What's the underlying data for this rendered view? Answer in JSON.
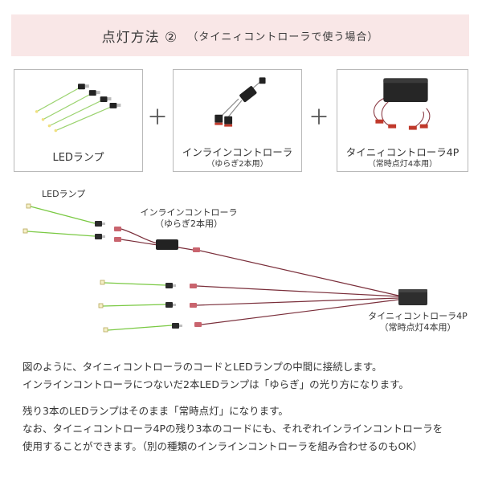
{
  "header": {
    "title": "点灯方法 ②",
    "subtitle": "（タイニィコントローラで使う場合）"
  },
  "products": [
    {
      "name": "LEDランプ",
      "note": ""
    },
    {
      "name": "インラインコントローラ",
      "note": "（ゆらぎ2本用）"
    },
    {
      "name": "タイニィコントローラ4P",
      "note": "（常時点灯4本用）"
    }
  ],
  "plus_symbol": "＋",
  "diagram": {
    "led_label": "LEDランプ",
    "inline_label": "インラインコントローラ",
    "inline_note": "（ゆらぎ2本用）",
    "tiny_label": "タイニィコントローラ4P",
    "tiny_note": "（常時点灯4本用）"
  },
  "paragraphs": {
    "p1_line1": "図のように、タイニィコントローラのコードとLEDランプの中間に接続します。",
    "p1_line2": "インラインコントローラにつないだ2本LEDランプは「ゆらぎ」の光り方になります。",
    "p2_line1": "残り3本のLEDランプはそのまま「常時点灯」になります。",
    "p2_line2": "なお、タイニィコントローラ4Pの残り3本のコードにも、それぞれインラインコントローラを",
    "p2_line3": "使用することができます。（別の種類のインラインコントローラを組み合わせるのもOK）"
  },
  "colors": {
    "header_bg": "#f9e7e7",
    "led_wire": "#7ac943",
    "cable": "#7a2e3a",
    "device": "#2b2b2b"
  }
}
